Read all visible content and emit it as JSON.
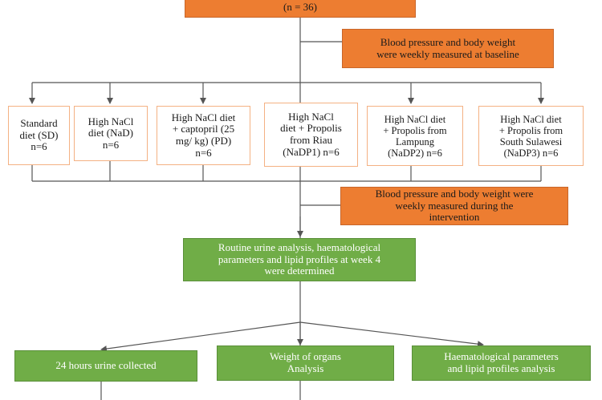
{
  "top_box": {
    "line2": "(n = 36)"
  },
  "baseline_note": {
    "line1": "Blood pressure and body weight",
    "line2": "were weekly measured at baseline"
  },
  "groups": [
    {
      "id": "SD",
      "lines": [
        "Standard",
        "diet (SD)",
        "n=6"
      ]
    },
    {
      "id": "NaD",
      "lines": [
        "High NaCl",
        "diet (NaD)",
        "n=6"
      ]
    },
    {
      "id": "PD",
      "lines": [
        "High NaCl diet",
        "+ captopril (25",
        "mg/ kg) (PD)",
        "n=6"
      ]
    },
    {
      "id": "NaDP1",
      "lines": [
        "High NaCl",
        "diet + Propolis",
        "from Riau",
        "(NaDP1) n=6"
      ]
    },
    {
      "id": "NaDP2",
      "lines": [
        "High NaCl diet",
        "+ Propolis from",
        "Lampung",
        "(NaDP2) n=6"
      ]
    },
    {
      "id": "NaDP3",
      "lines": [
        "High NaCl diet",
        "+ Propolis from",
        "South Sulawesi",
        "(NaDP3) n=6"
      ]
    }
  ],
  "intervention_note": {
    "line1": "Blood pressure and body weight were",
    "line2": "weekly measured during the",
    "line3": "intervention"
  },
  "week4_box": {
    "line1": "Routine urine analysis, haematological",
    "line2": "parameters and lipid profiles at week 4",
    "line3": "were determined"
  },
  "outcomes": {
    "urine": "24 hours urine collected",
    "organs_line1": "Weight of organs",
    "organs_line2": "Analysis",
    "haem_line1": "Haematological parameters",
    "haem_line2": "and lipid profiles analysis"
  },
  "colors": {
    "orange": "#ed7d31",
    "green": "#70ad47",
    "group_border": "#f4b183",
    "line": "#555555"
  }
}
